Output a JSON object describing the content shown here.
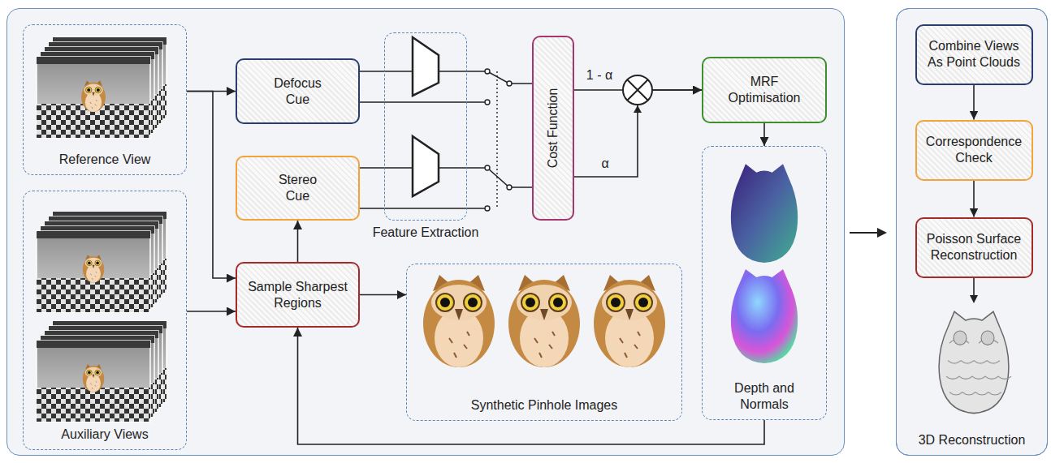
{
  "diagram": {
    "nodes": [
      {
        "text": [
          "Reference View"
        ]
      },
      {
        "text": [
          "Auxiliary Views"
        ]
      },
      {
        "text": [
          "Defocus Cue"
        ]
      },
      {
        "text": [
          "Stereo Cue"
        ]
      },
      {
        "text": [
          "Sample Sharpest Regions"
        ]
      },
      {
        "text": [
          "Feature Extraction"
        ]
      },
      {
        "text": [
          "Cost Function"
        ]
      },
      {
        "text": [
          "MRF Optimisation"
        ]
      },
      {
        "text": [
          "Depth and Normals"
        ]
      },
      {
        "text": [
          "Synthetic Pinhole Images"
        ]
      },
      {
        "text": [
          "3D Reconstruction"
        ]
      },
      {
        "text": [
          "Combine Views As Point Clouds"
        ],
        "in": 10
      },
      {
        "text": [
          "Correspondence Check"
        ],
        "in": 10
      },
      {
        "text": [
          "Poisson Surface Reconstruction"
        ],
        "in": 10
      }
    ],
    "edges": [
      {
        "from": 0,
        "to": 2,
        "arrow": "to"
      },
      {
        "from": 0,
        "to": 4,
        "arrow": "to"
      },
      {
        "from": 1,
        "to": 4,
        "arrow": "to"
      },
      {
        "from": 4,
        "to": 3,
        "arrow": "to"
      },
      {
        "from": 4,
        "to": 9,
        "arrow": "to"
      },
      {
        "from": 2,
        "to": 6,
        "arrow": "none"
      },
      {
        "from": 3,
        "to": 6,
        "arrow": "none"
      },
      {
        "from": 6,
        "to": 7,
        "label": "1 - α",
        "arrow": "to"
      },
      {
        "from": 6,
        "to": 7,
        "label": "α",
        "arrow": "to"
      },
      {
        "from": 7,
        "to": 8,
        "arrow": "to"
      },
      {
        "from": 8,
        "to": 4,
        "arrow": "to"
      },
      {
        "from": 11,
        "to": 12,
        "arrow": "to"
      },
      {
        "from": 12,
        "to": 13,
        "arrow": "to"
      }
    ]
  }
}
